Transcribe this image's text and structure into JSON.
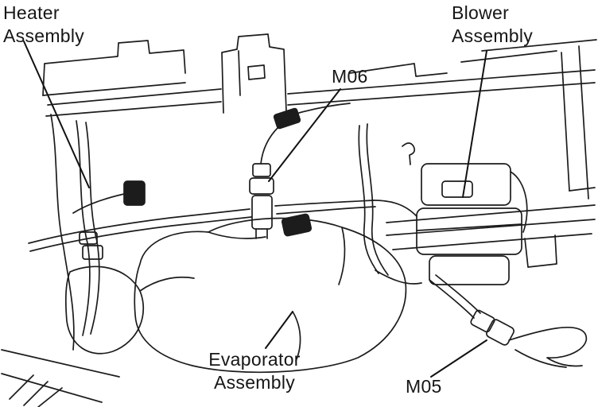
{
  "page": {
    "background": "#ffffff",
    "ink": "#1c1c1c"
  },
  "labels": {
    "heater_line1": "Heater",
    "heater_line2": "Assembly",
    "blower_line1": "Blower",
    "blower_line2": "Assembly",
    "m06": "M06",
    "evaporator_line1": "Evaporator",
    "evaporator_line2": "Assembly",
    "m05": "M05"
  }
}
